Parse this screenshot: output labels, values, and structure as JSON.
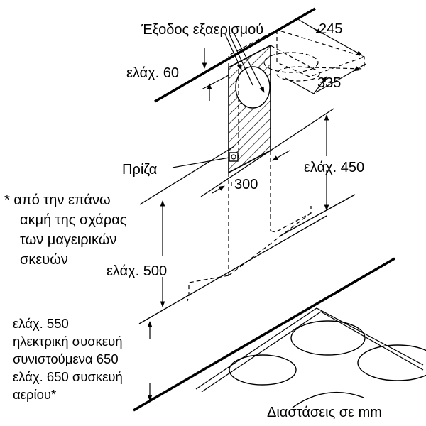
{
  "labels": {
    "vent_outlet": "Έξοδος εξαερισμού",
    "min_60": "ελάχ. 60",
    "dim_245": "245",
    "dim_335": "335",
    "socket": "Πρίζα",
    "dim_300": "300",
    "min_450": "ελάχ. 450",
    "note_line1": "* από την επάνω",
    "note_line2": "ακμή της σχάρας",
    "note_line3": "των μαγειρικών",
    "note_line4": "σκευών",
    "min_500": "ελάχ. 500",
    "bottom_line1": "ελάχ. 550",
    "bottom_line2": "ηλεκτρική συσκευή",
    "bottom_line3": "συνιστούμενα 650",
    "bottom_line4": "ελάχ. 650 συσκευή",
    "bottom_line5": "αερίου*",
    "units": "Διαστάσεις σε mm"
  }
}
